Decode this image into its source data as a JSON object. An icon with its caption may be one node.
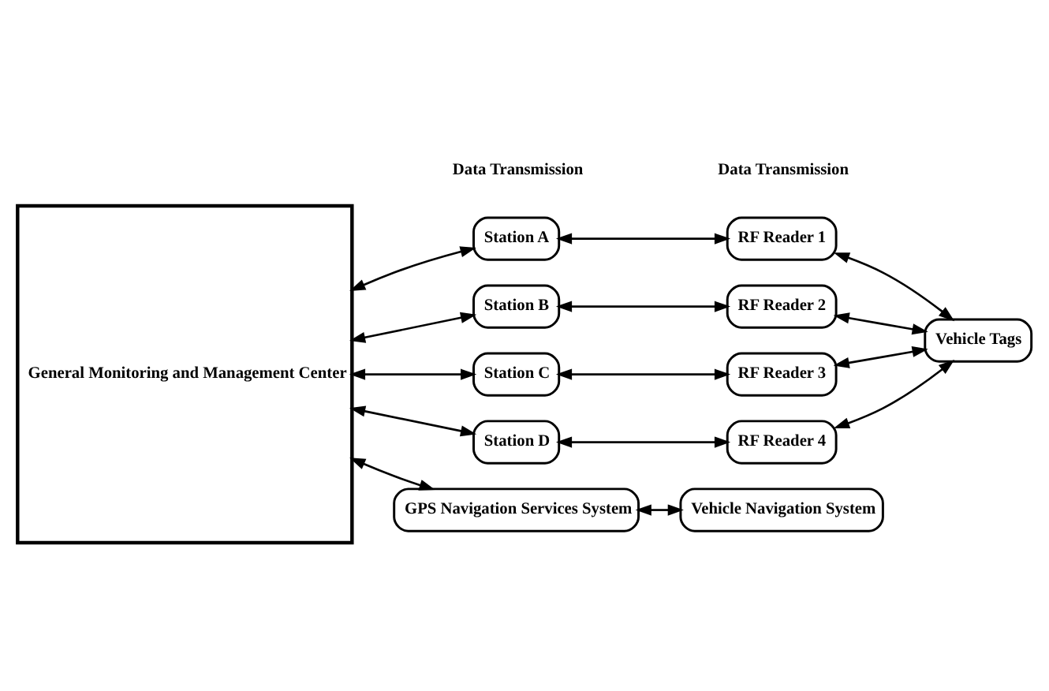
{
  "diagram": {
    "nodes": [
      {
        "text": [
          "General Monitoring and Management Center"
        ]
      },
      {
        "text": [
          "Station A"
        ]
      },
      {
        "text": [
          "RF Reader 1"
        ]
      },
      {
        "text": [
          "Station B"
        ]
      },
      {
        "text": [
          "RF Reader 2"
        ]
      },
      {
        "text": [
          "Station C"
        ]
      },
      {
        "text": [
          "RF Reader 3"
        ]
      },
      {
        "text": [
          "Station D"
        ]
      },
      {
        "text": [
          "RF Reader 4"
        ]
      },
      {
        "text": [
          "Vehicle Tags"
        ]
      },
      {
        "text": [
          "GPS Navigation Services System"
        ]
      },
      {
        "text": [
          "Vehicle Navigation System"
        ]
      }
    ],
    "edges": [
      {
        "from": 0,
        "to": 1,
        "arrow": "both"
      },
      {
        "from": 1,
        "to": 2,
        "arrow": "both"
      },
      {
        "from": 0,
        "to": 3,
        "arrow": "both"
      },
      {
        "from": 3,
        "to": 4,
        "arrow": "both"
      },
      {
        "from": 0,
        "to": 5,
        "arrow": "both"
      },
      {
        "from": 5,
        "to": 6,
        "arrow": "both"
      },
      {
        "from": 0,
        "to": 7,
        "arrow": "both"
      },
      {
        "from": 7,
        "to": 8,
        "arrow": "both"
      },
      {
        "from": 0,
        "to": 10,
        "arrow": "both"
      },
      {
        "from": 2,
        "to": 9,
        "arrow": "both"
      },
      {
        "from": 4,
        "to": 9,
        "arrow": "both"
      },
      {
        "from": 6,
        "to": 9,
        "arrow": "both"
      },
      {
        "from": 8,
        "to": 9,
        "arrow": "both"
      },
      {
        "from": 10,
        "to": 11,
        "arrow": "both"
      }
    ],
    "labels": [
      "Data Transmission",
      "Data Transmission"
    ]
  }
}
